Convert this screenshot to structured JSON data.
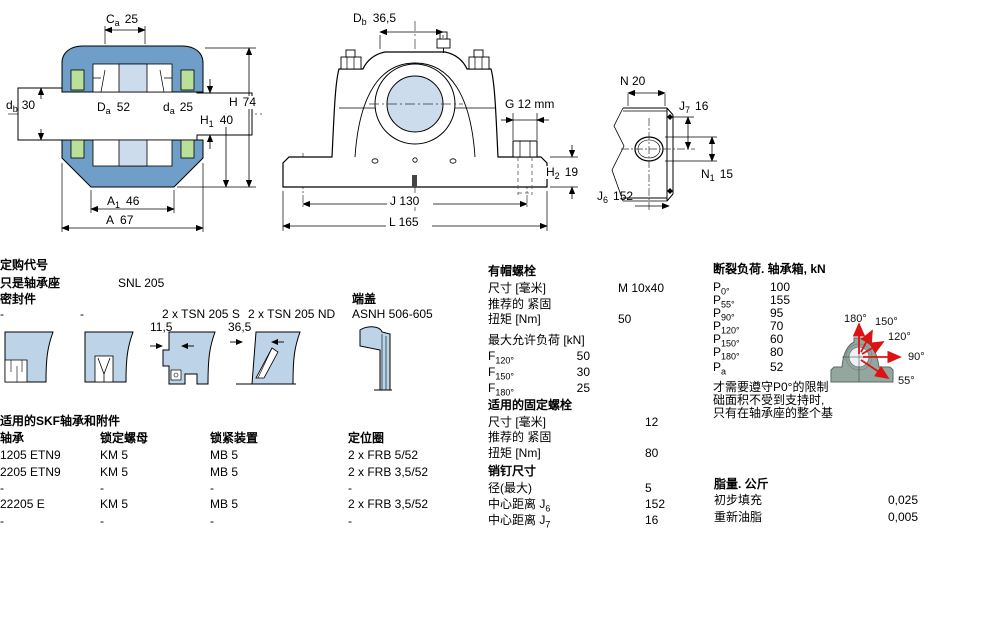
{
  "colors": {
    "housing_blue": "#6f9fc8",
    "seal_green": "#b9df99",
    "sleeve_blue": "#ccdcec",
    "thumb_blue": "#bdd3e8",
    "photo_body": "#93a79f",
    "arrow_red": "#dd1212"
  },
  "drawings": {
    "section_view": {
      "Ca_base": "C",
      "Ca_sub": "a",
      "Ca_value": "25",
      "db_base": "d",
      "db_sub": "b",
      "db_value": "30",
      "Da_base": "D",
      "Da_sub": "a",
      "Da_value": "52",
      "da_base": "d",
      "da_sub": "a",
      "da_value": "25",
      "H_base": "H",
      "H_value": "74",
      "H1_base": "H",
      "H1_sub": "1",
      "H1_value": "40",
      "A1_base": "A",
      "A1_sub": "1",
      "A1_value": "46",
      "A_base": "A",
      "A_value": "67"
    },
    "front_view": {
      "Db_base": "D",
      "Db_sub": "b",
      "Db_value": "36,5",
      "G_label": "G 12 mm",
      "H2_base": "H",
      "H2_sub": "2",
      "H2_value": "19",
      "J_label": "J 130",
      "L_label": "L 165"
    },
    "top_view": {
      "N_label": "N 20",
      "J7_base": "J",
      "J7_sub": "7",
      "J7_value": "16",
      "N1_base": "N",
      "N1_sub": "1",
      "N1_value": "15",
      "J6_base": "J",
      "J6_sub": "6",
      "J6_value": "152"
    }
  },
  "ordering": {
    "title": "定购代号",
    "housing_label": "只是轴承座",
    "housing_value": "SNL 205",
    "seals_label": "密封件",
    "end_cover_label": "端盖",
    "seal_options": [
      "-",
      "-",
      "2 x TSN 205 S",
      "2 x TSN 205 ND",
      "ASNH 506-605"
    ],
    "seal_dim_1": "11,5",
    "seal_dim_2": "36,5"
  },
  "bearings": {
    "title": "适用的SKF轴承和附件",
    "headers": [
      "轴承",
      "锁定螺母",
      "锁紧装置",
      "定位圈"
    ],
    "rows": [
      [
        "1205 ETN9",
        "KM 5",
        "MB 5",
        "2 x FRB 5/52"
      ],
      [
        "2205 ETN9",
        "KM 5",
        "MB 5",
        "2 x FRB 3,5/52"
      ],
      [
        "-",
        "-",
        "-",
        "-"
      ],
      [
        "22205 E",
        "KM 5",
        "MB 5",
        "2 x FRB 3,5/52"
      ],
      [
        "-",
        "-",
        "-",
        "-"
      ]
    ]
  },
  "cap_bolts": {
    "title": "有帽螺栓",
    "size_label": "尺寸 [毫米]",
    "size_value": "M 10x40",
    "torque_label_1": "推荐的 紧固",
    "torque_label_2": "扭矩 [Nm]",
    "torque_value": "50",
    "max_load_title": "最大允许负荷 [kN]",
    "loads": [
      {
        "base": "F",
        "sub": "120°",
        "value": "50"
      },
      {
        "base": "F",
        "sub": "150°",
        "value": "30"
      },
      {
        "base": "F",
        "sub": "180°",
        "value": "25"
      }
    ]
  },
  "fixing_bolts": {
    "title": "适用的固定螺栓",
    "size_label": "尺寸 [毫米]",
    "size_value": "12",
    "torque_label_1": "推荐的 紧固",
    "torque_label_2": "扭矩 [Nm]",
    "torque_value": "80"
  },
  "pins": {
    "title": "销钉尺寸",
    "rows": [
      {
        "label": "径(最大)",
        "sub": "",
        "value": "5"
      },
      {
        "label": "中心距离 J",
        "sub": "6",
        "value": "152"
      },
      {
        "label": "中心距离 J",
        "sub": "7",
        "value": "16"
      }
    ]
  },
  "breaking_loads": {
    "title": "断裂负荷. 轴承箱, kN",
    "rows": [
      {
        "base": "P",
        "sub": "0°",
        "value": "100"
      },
      {
        "base": "P",
        "sub": "55°",
        "value": "155"
      },
      {
        "base": "P",
        "sub": "90°",
        "value": "95"
      },
      {
        "base": "P",
        "sub": "120°",
        "value": "70"
      },
      {
        "base": "P",
        "sub": "150°",
        "value": "60"
      },
      {
        "base": "P",
        "sub": "180°",
        "value": "80"
      },
      {
        "base": "P",
        "sub": "a",
        "value": "52"
      }
    ],
    "note_lines": [
      "才需要遵守P0°的限制",
      "础面积不受到支持时,",
      "只有在轴承座的整个基"
    ]
  },
  "angle_diagram": {
    "labels": [
      "180°",
      "150°",
      "120°",
      "90°",
      "55°"
    ]
  },
  "grease": {
    "title": "脂量. 公斤",
    "rows": [
      {
        "label": "初步填充",
        "value": "0,025"
      },
      {
        "label": "重新油脂",
        "value": "0,005"
      }
    ]
  }
}
